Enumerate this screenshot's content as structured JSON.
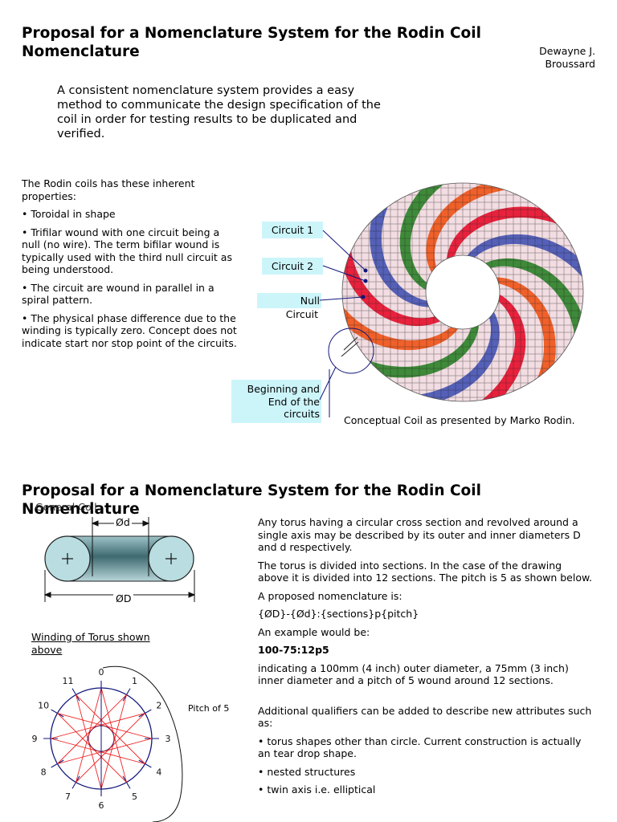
{
  "page1": {
    "title_line1": "Proposal for a Nomenclature System for the Rodin Coil",
    "title_line2": "Nomenclature",
    "author_line1": "Dewayne J.",
    "author_line2": "Broussard",
    "intro": "A consistent nomenclature system provides a easy method to communicate the design specification of the coil in order for testing results to be duplicated and verified.",
    "properties_intro": "The  Rodin coils has these inherent properties:",
    "bullets": [
      "• Toroidal in shape",
      "• Trifilar wound with one circuit being a null (no       wire).  The term bifilar wound is typically used            with the third null circuit as being understood.",
      "• The circuit are wound in parallel in a spiral           pattern.",
      "• The physical phase difference due to the             winding is typically zero. Concept does not          indicate start nor stop point of the circuits."
    ],
    "labels": {
      "circuit1": "Circuit 1",
      "circuit2": "Circuit 2",
      "null_line1": "Null",
      "null_line2": "Circuit",
      "begin_line1": "Beginning and",
      "begin_line2": "End of the",
      "begin_line3": "circuits"
    },
    "caption": "Conceptual Coil as presented by Marko Rodin."
  },
  "page2": {
    "title_line1": "Proposal for a Nomenclature System for the Rodin Coil",
    "title_line2": "Nomenclature",
    "general_coil": "General Coil",
    "dim_d": "Ød",
    "dim_D": "ØD",
    "winding_label_line1": "Winding of Torus shown",
    "winding_label_line2": "above",
    "pitch_label": "Pitch of 5",
    "numbers": [
      "0",
      "1",
      "2",
      "3",
      "4",
      "5",
      "6",
      "7",
      "8",
      "9",
      "10",
      "11"
    ],
    "paragraphs": [
      "Any torus having a circular cross section and revolved around a single axis may be described by its outer and inner diameters D and d respectively.",
      "The torus is divided into sections. In the case of the drawing above it is divided into 12 sections.  The pitch is 5 as shown below.",
      "A proposed nomenclature is:",
      "{ØD}-{Ød}:{sections}p{pitch}",
      "An example would be:"
    ],
    "example": "100-75:12p5",
    "example_desc": "indicating a 100mm (4 inch) outer diameter, a 75mm (3 inch) inner diameter and a pitch of 5 wound around 12 sections.",
    "qualifiers_intro": "Additional qualifiers can be added to describe new attributes such as:",
    "qualifiers": [
      "• torus shapes other than circle. Current construction is actually an              tear drop shape.",
      "• nested structures",
      "• twin axis i.e. elliptical"
    ]
  },
  "colors": {
    "highlight": "#ccf5fa",
    "red": "#e8213c",
    "blue": "#5560b8",
    "green": "#3e8a3a",
    "orange": "#f0602a",
    "pink": "#f2dde2",
    "navy": "#10167a",
    "star": "#ee2222"
  }
}
